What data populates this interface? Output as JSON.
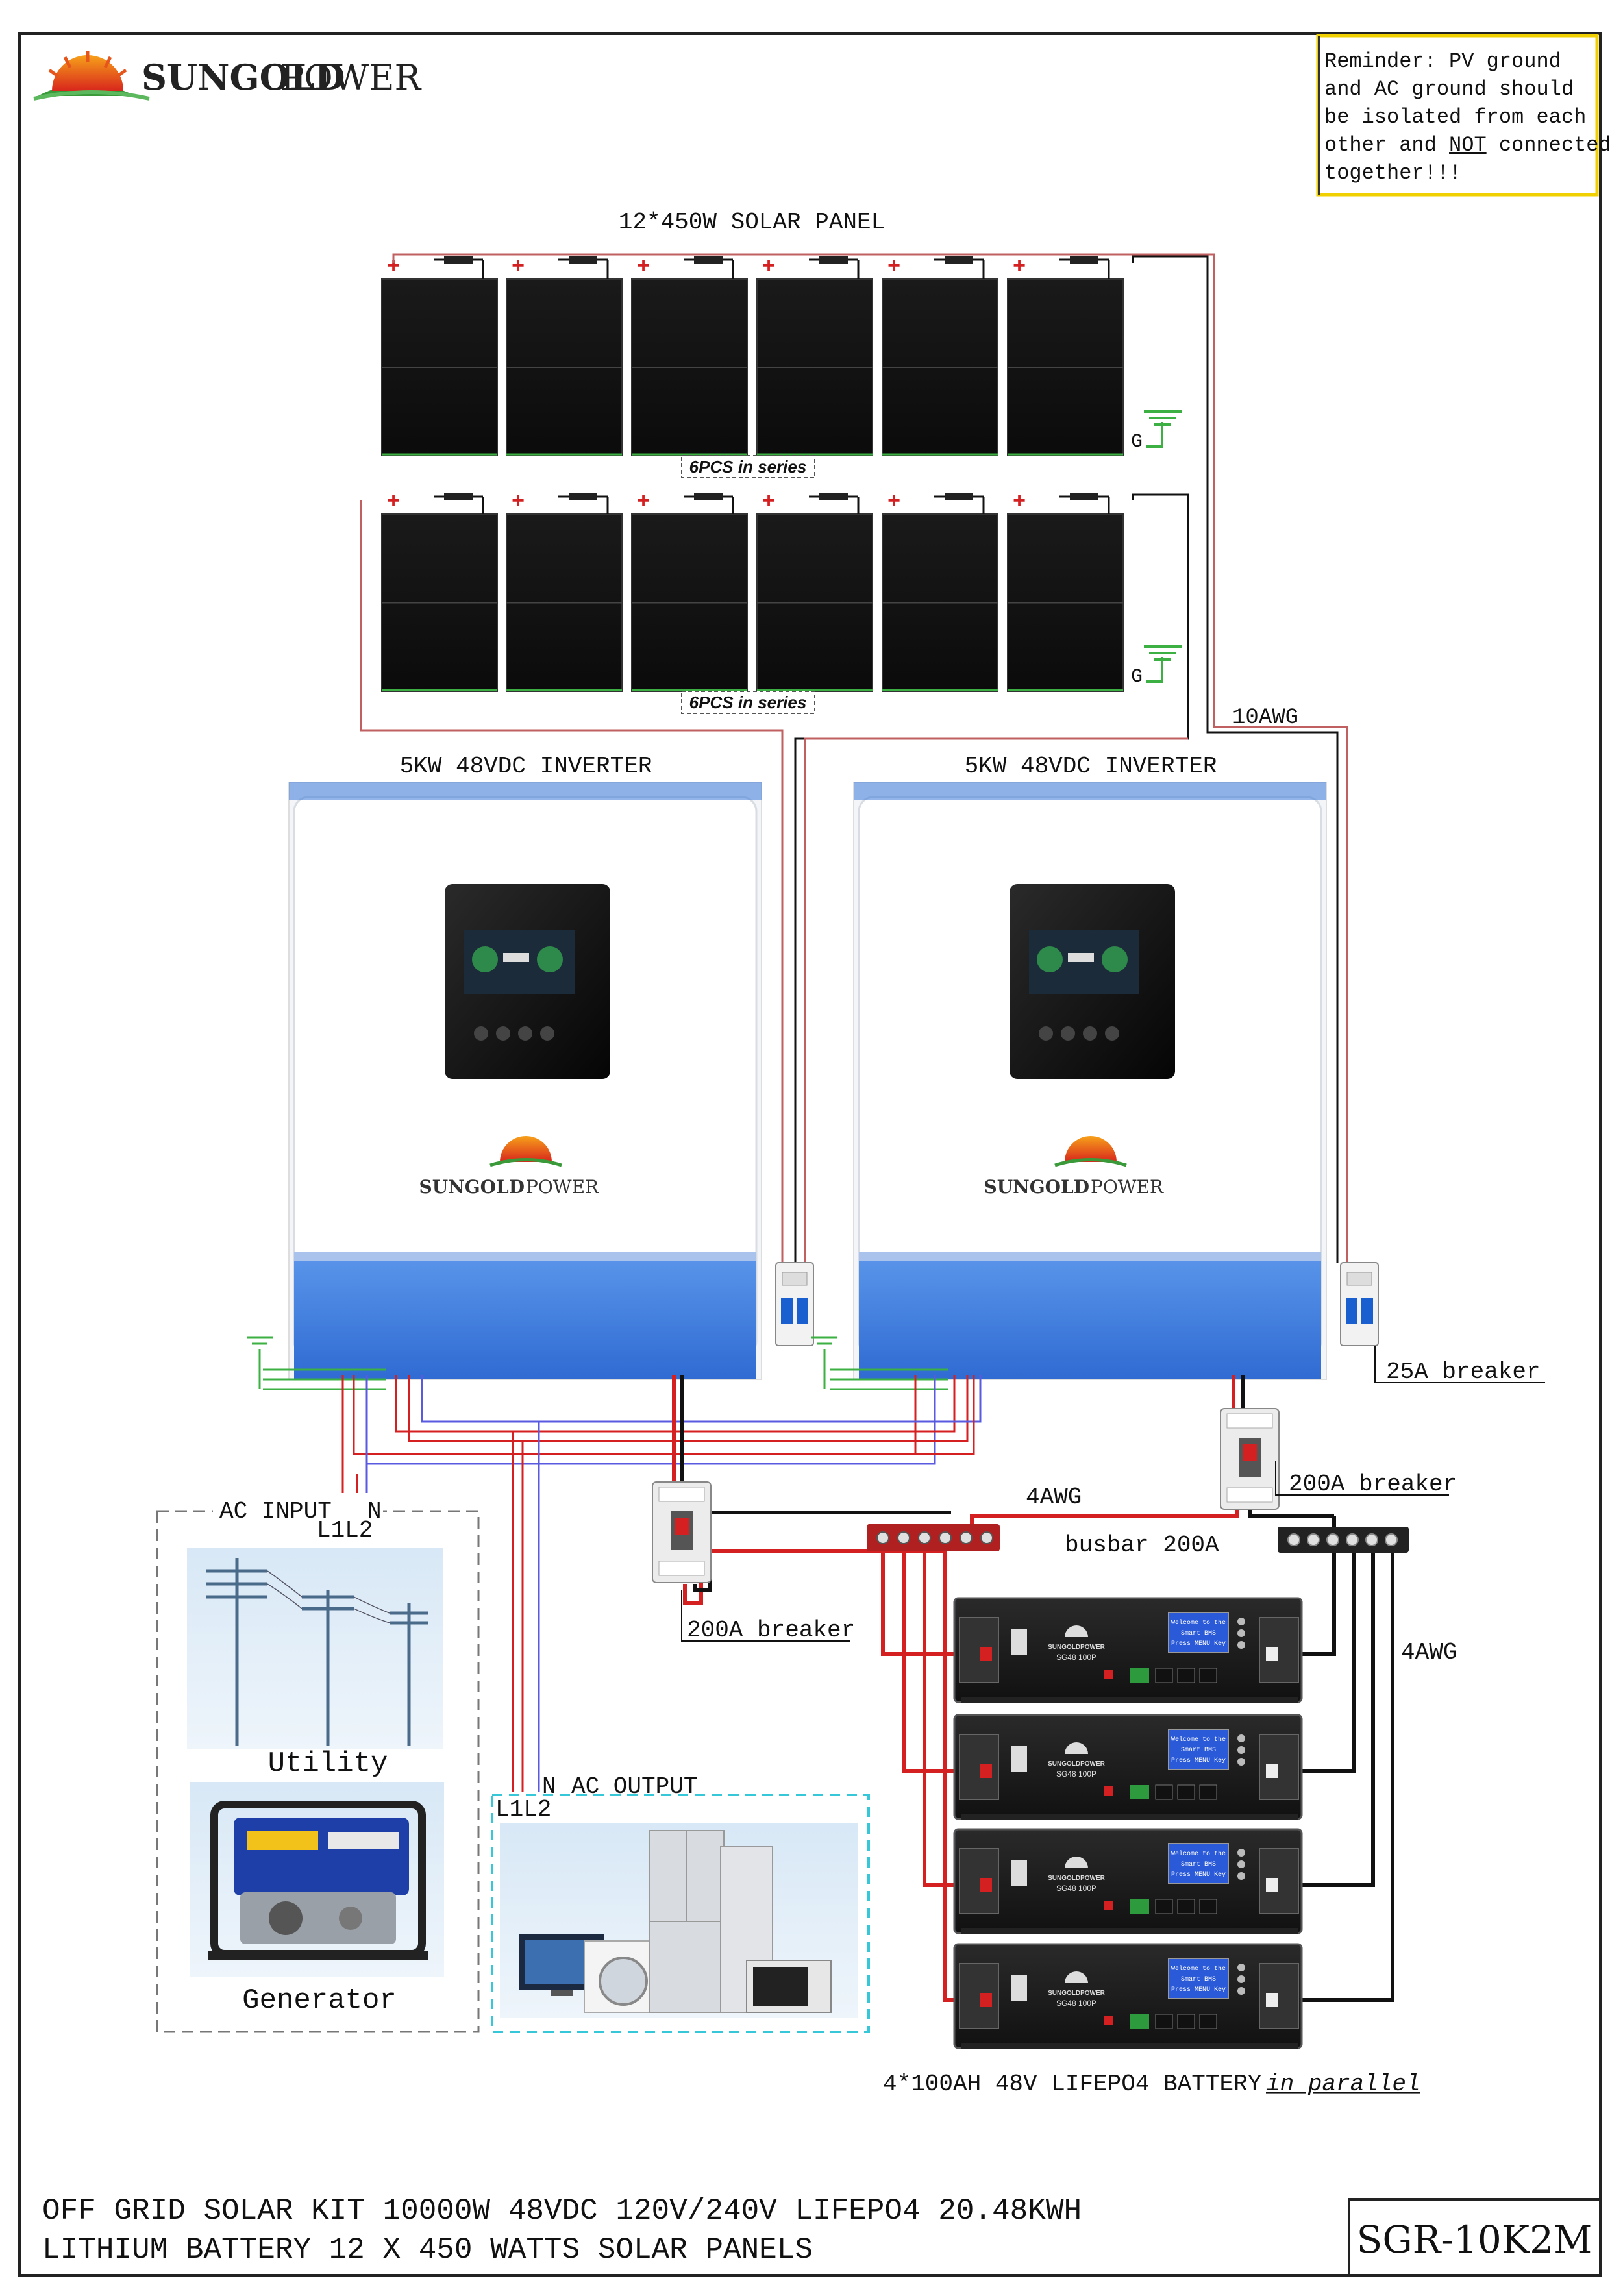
{
  "brand": {
    "name_bold": "SUNGOLD",
    "name_light": "POWER"
  },
  "reminder": {
    "line1": "Reminder: PV ground",
    "line2": "and AC ground should",
    "line3": "be isolated from each",
    "line4_pre": "other and ",
    "line4_not": "NOT",
    "line4_post": " connected",
    "line5": "together!!!"
  },
  "solar": {
    "title": "12*450W SOLAR PANEL",
    "series_label_top": "6PCS in series",
    "series_label_bottom": "6PCS in series",
    "ground_top": "G",
    "ground_bottom": "G",
    "plus_symbol": "+",
    "pv_wire": "10AWG"
  },
  "inverters": [
    {
      "title": "5KW 48VDC INVERTER",
      "brand_bold": "SUNGOLD",
      "brand_light": "POWER"
    },
    {
      "title": "5KW 48VDC INVERTER",
      "brand_bold": "SUNGOLD",
      "brand_light": "POWER"
    }
  ],
  "breakers": {
    "pv_breaker": "25A breaker",
    "battery_breaker_right": "200A breaker",
    "battery_breaker_left": "200A breaker"
  },
  "dc_bus": {
    "wire_top": "4AWG",
    "busbar": "busbar 200A",
    "wire_right": "4AWG"
  },
  "ac_input": {
    "title": "AC INPUT",
    "n_label": "N",
    "l_labels": "L1L2",
    "utility": "Utility",
    "generator": "Generator"
  },
  "ac_output": {
    "n_label": "N",
    "title": "AC OUTPUT",
    "l_labels": "L1L2"
  },
  "battery": {
    "caption": "4*100AH 48V LIFEPO4 BATTERY",
    "caption_italic": "in parallel",
    "model": "SG48 100P",
    "brand": "SUNGOLDPOWER",
    "lcd_line1": "Welcome to the",
    "lcd_line2": "Smart BMS",
    "lcd_line3": "Press MENU Key"
  },
  "footer": {
    "line1": "OFF GRID SOLAR KIT 10000W 48VDC 120V/240V LIFEPO4 20.48KWH",
    "line2": "LITHIUM BATTERY 12 X 450 WATTS SOLAR PANELS",
    "model_code": "SGR-10K2M"
  },
  "colors": {
    "positive": "#d42020",
    "negative": "#111111",
    "ground": "#3cb043",
    "neutral": "#5a5ae0",
    "pv_wire": "#c06060",
    "inverter_blue": "#3a78d8",
    "reminder_border": "#f0d000",
    "output_box": "#36c8d8"
  }
}
